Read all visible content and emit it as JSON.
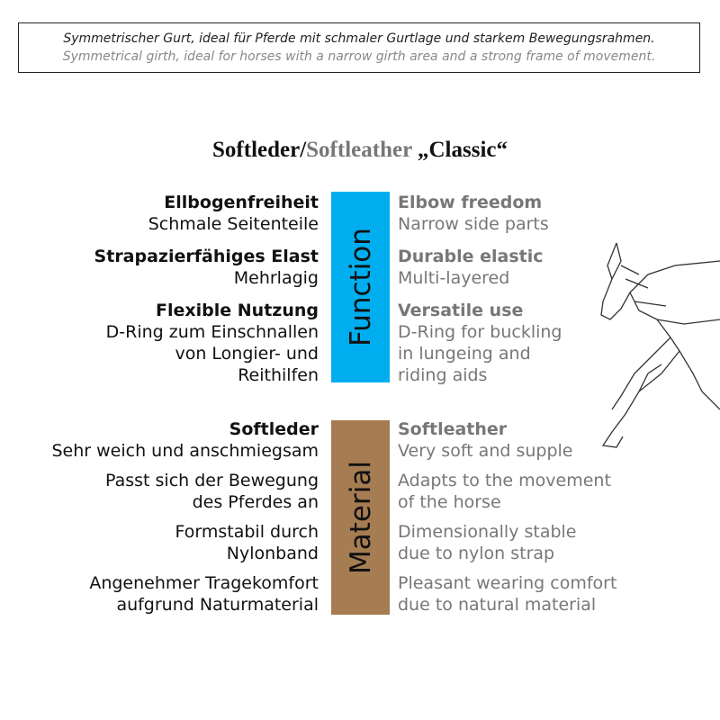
{
  "banner": {
    "de": "Symmetrischer Gurt, ideal für Pferde mit schmaler Gurtlage und starkem Bewegungsrahmen.",
    "en": "Symmetrical girth, ideal for horses with a narrow girth area and a strong frame of movement."
  },
  "title": {
    "de": "Softleder/",
    "en": "Softleather",
    "name": " „Classic“"
  },
  "colors": {
    "function": "#00AEEF",
    "material": "#A67C52"
  },
  "function": {
    "label": "Function",
    "items": [
      {
        "de_title": "Ellbogenfreiheit",
        "de_lines": [
          "Schmale Seitenteile"
        ],
        "en_title": "Elbow freedom",
        "en_lines": [
          "Narrow side parts"
        ]
      },
      {
        "de_title": "Strapazierfähiges Elast",
        "de_lines": [
          "Mehrlagig"
        ],
        "en_title": "Durable elastic",
        "en_lines": [
          "Multi-layered"
        ]
      },
      {
        "de_title": "Flexible Nutzung",
        "de_lines": [
          "D-Ring zum Einschnallen",
          "von Longier- und",
          "Reithilfen"
        ],
        "en_title": "Versatile use",
        "en_lines": [
          "D-Ring for buckling",
          "in lungeing and",
          "riding aids"
        ]
      }
    ]
  },
  "material": {
    "label": "Material",
    "items": [
      {
        "de_title": "Softleder",
        "de_lines": [
          "Sehr weich und anschmiegsam"
        ],
        "en_title": "Softleather",
        "en_lines": [
          "Very soft and supple"
        ]
      },
      {
        "de_lines": [
          "Passt sich der Bewegung",
          "des Pferdes an"
        ],
        "en_lines": [
          "Adapts to the movement",
          "of the horse"
        ]
      },
      {
        "de_lines": [
          "Formstabil durch",
          "Nylonband"
        ],
        "en_lines": [
          "Dimensionally stable",
          "due to nylon strap"
        ]
      },
      {
        "de_lines": [
          "Angenehmer Tragekomfort",
          "aufgrund Naturmaterial"
        ],
        "en_lines": [
          "Pleasant wearing comfort",
          "due to natural material"
        ]
      }
    ]
  }
}
